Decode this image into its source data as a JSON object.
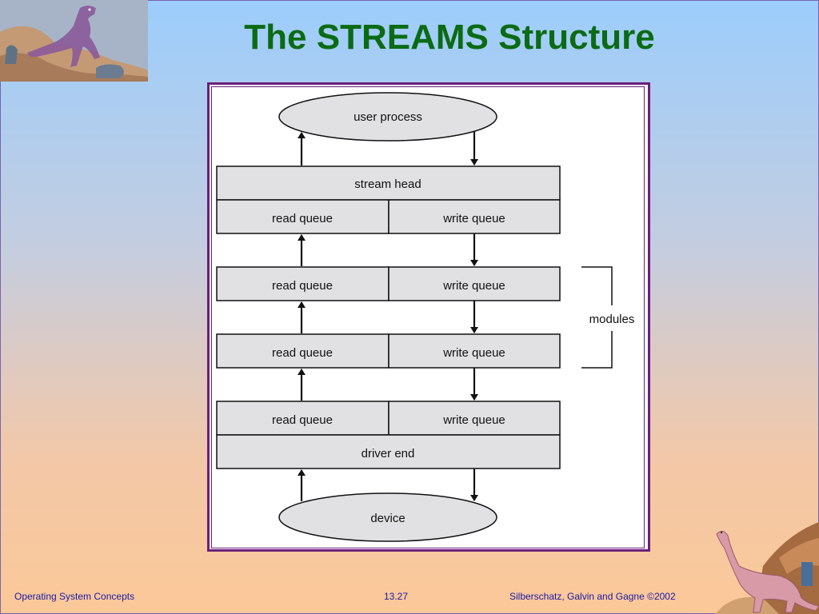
{
  "slide": {
    "title": "The STREAMS Structure"
  },
  "diagram": {
    "top_node": "user process",
    "head": "stream head",
    "levels": [
      {
        "read": "read queue",
        "write": "write queue"
      },
      {
        "read": "read queue",
        "write": "write queue"
      },
      {
        "read": "read queue",
        "write": "write queue"
      },
      {
        "read": "read queue",
        "write": "write queue"
      }
    ],
    "driver": "driver end",
    "bottom_node": "device",
    "bracket_label": "modules"
  },
  "footer": {
    "left": "Operating System Concepts",
    "center": "13.27",
    "right": "Silberschatz, Galvin and  Gagne ©2002"
  }
}
